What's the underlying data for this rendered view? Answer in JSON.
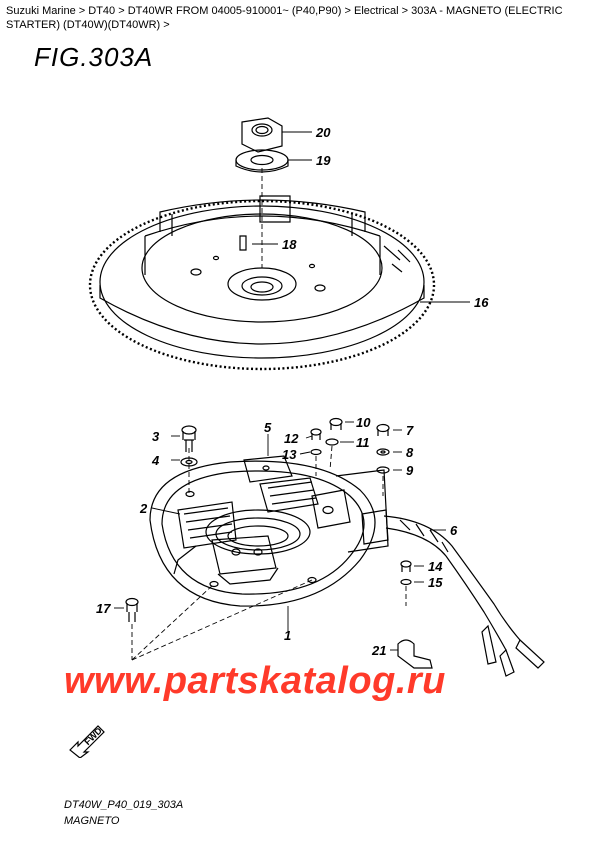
{
  "breadcrumb": {
    "items": [
      "Suzuki Marine",
      "DT40",
      "DT40WR FROM 04005-910001~ (P40,P90)",
      "Electrical",
      "303A - MAGNETO (ELECTRIC STARTER) (DT40W)(DT40WR)"
    ],
    "separator": ">"
  },
  "figure": {
    "title": "FIG.303A",
    "code": "DT40W_P40_019_303A",
    "name": "MAGNETO"
  },
  "callouts": [
    "1",
    "2",
    "3",
    "4",
    "5",
    "6",
    "7",
    "8",
    "9",
    "10",
    "11",
    "12",
    "13",
    "14",
    "15",
    "16",
    "17",
    "18",
    "19",
    "20",
    "21"
  ],
  "watermark": "www.partskatalog.ru",
  "fwd_label": "FWD",
  "colors": {
    "watermark": "#ff3a2a",
    "line": "#000000"
  }
}
